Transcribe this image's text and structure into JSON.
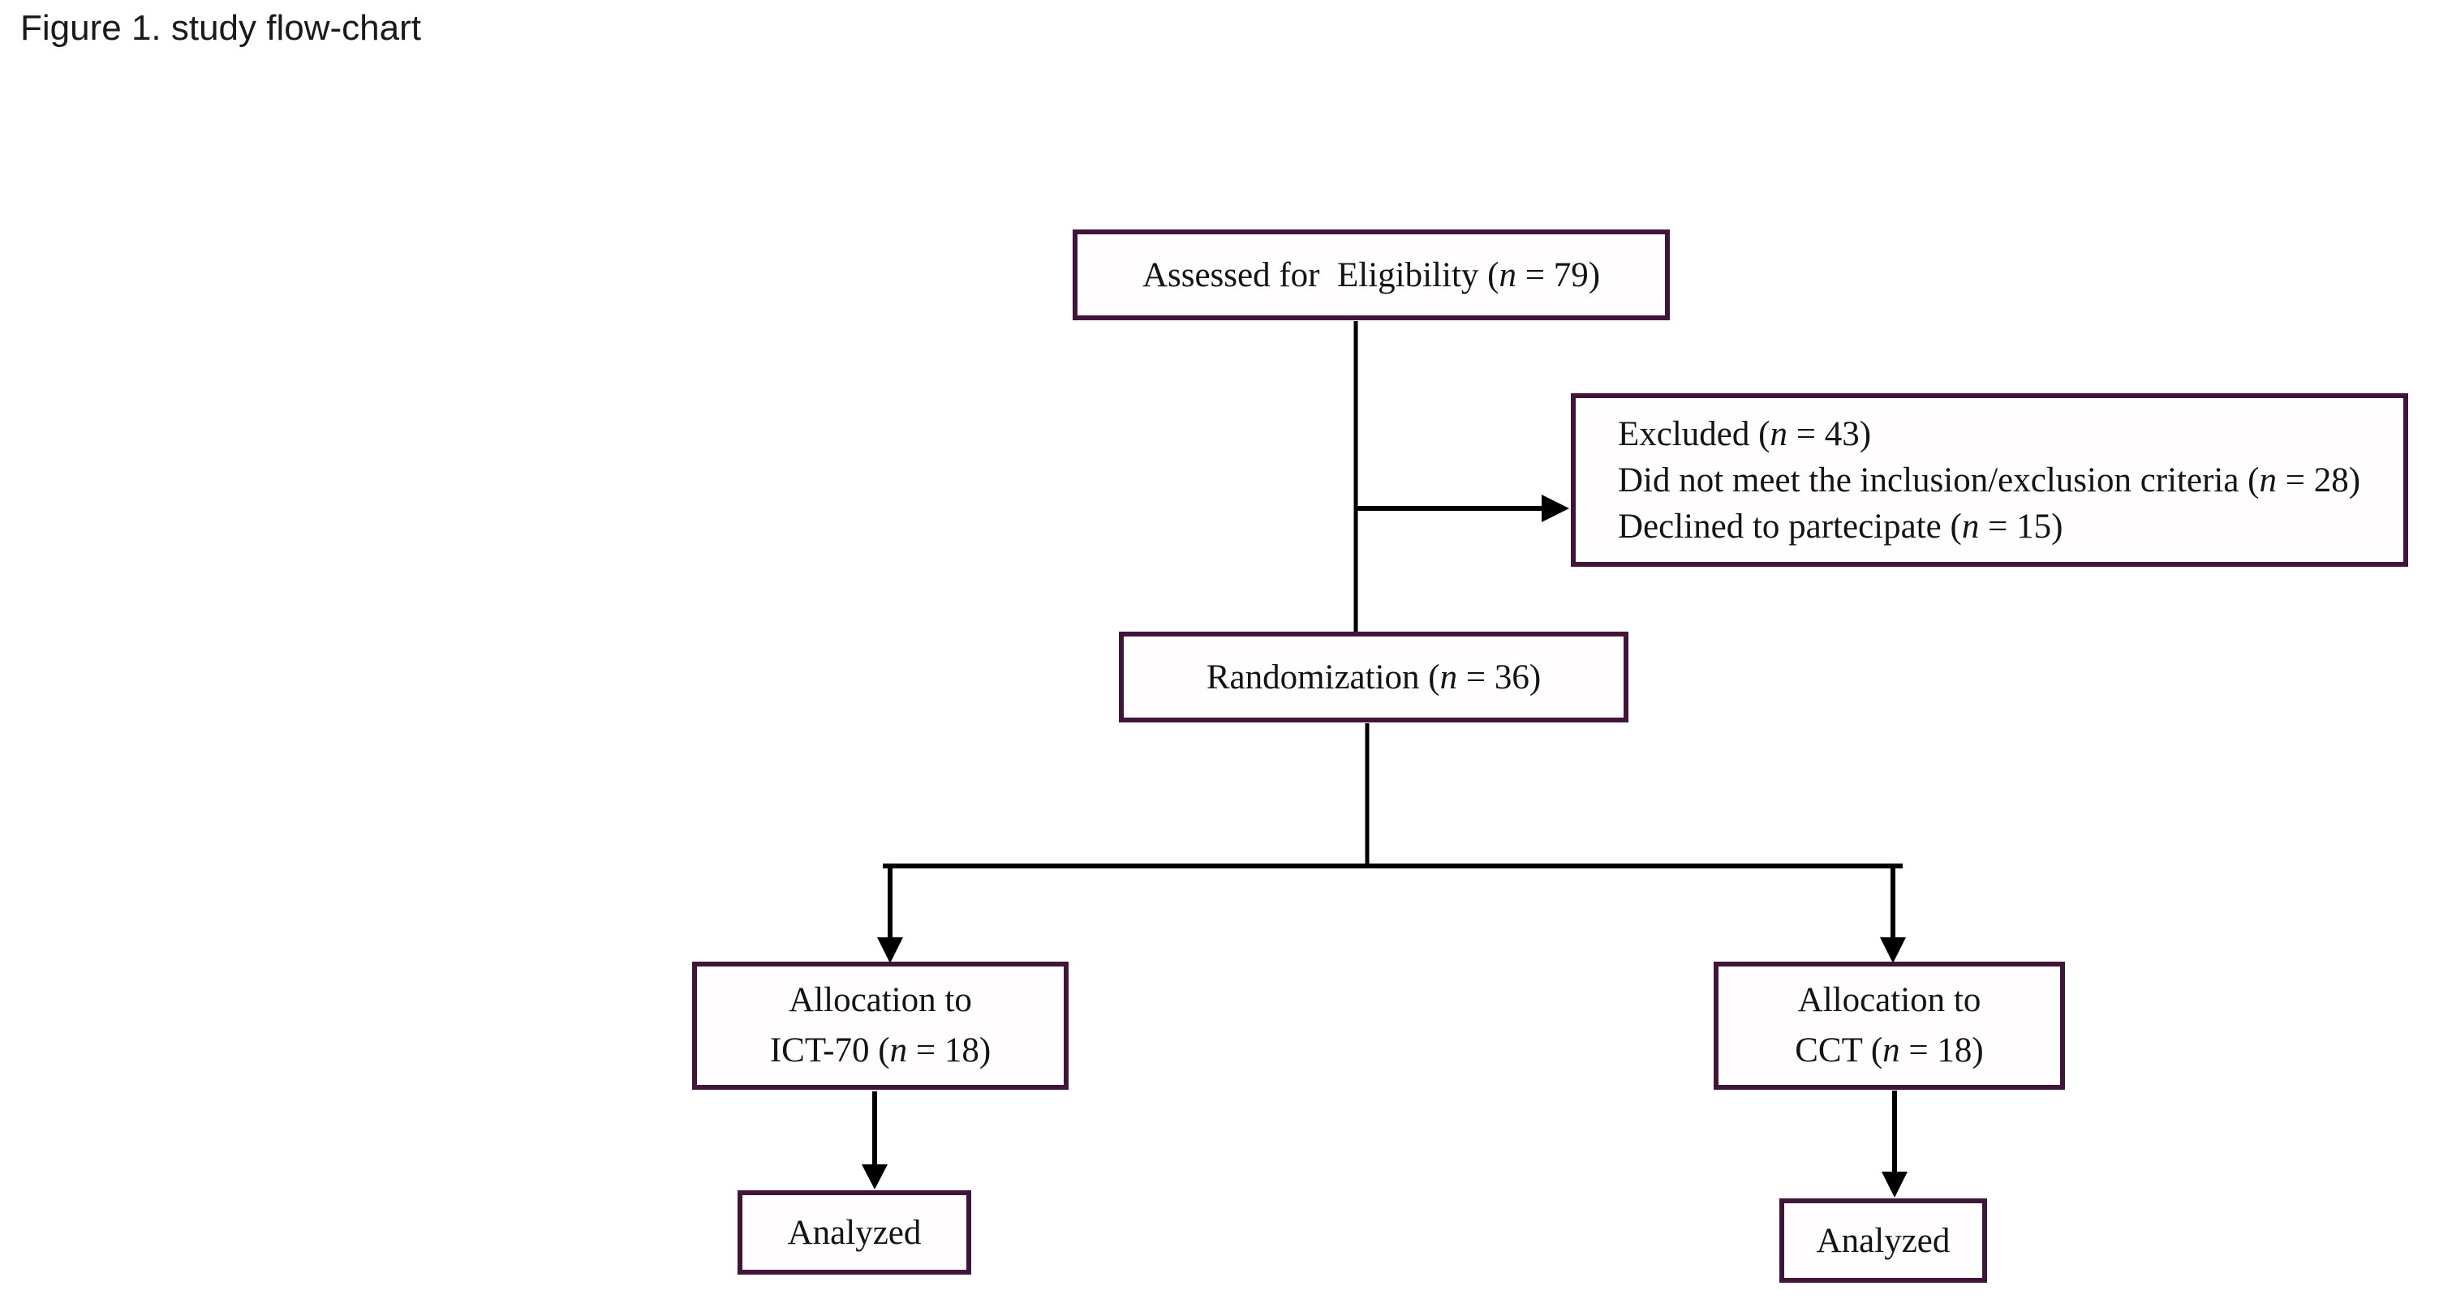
{
  "caption": "Figure 1. study flow-chart",
  "colors": {
    "box_border": "#411539",
    "box_fill": "#fffdfe",
    "connector": "#000000",
    "text": "#141414",
    "background": "#ffffff",
    "caption_text": "#1a1a1a"
  },
  "nodes": {
    "assessed": {
      "lines": [
        [
          {
            "t": "Assessed for  Eligibility ("
          },
          {
            "t": "n",
            "i": 1
          },
          {
            "t": " = 79)"
          }
        ]
      ]
    },
    "excluded": {
      "lines": [
        [
          {
            "t": "Excluded ("
          },
          {
            "t": "n",
            "i": 1
          },
          {
            "t": " = 43)"
          }
        ],
        [
          {
            "t": "Did not meet the inclusion/exclusion criteria ("
          },
          {
            "t": "n",
            "i": 1
          },
          {
            "t": " = 28)"
          }
        ],
        [
          {
            "t": "Declined to partecipate ("
          },
          {
            "t": "n",
            "i": 1
          },
          {
            "t": " = 15)"
          }
        ]
      ]
    },
    "randomization": {
      "lines": [
        [
          {
            "t": "Randomization ("
          },
          {
            "t": "n",
            "i": 1
          },
          {
            "t": " = 36)"
          }
        ]
      ]
    },
    "allocation_ict70": {
      "lines": [
        [
          {
            "t": "Allocation to"
          }
        ],
        [
          {
            "t": "ICT-70 ("
          },
          {
            "t": "n",
            "i": 1
          },
          {
            "t": " = 18)"
          }
        ]
      ]
    },
    "allocation_cct": {
      "lines": [
        [
          {
            "t": "Allocation to"
          }
        ],
        [
          {
            "t": "CCT ("
          },
          {
            "t": "n",
            "i": 1
          },
          {
            "t": " = 18)"
          }
        ]
      ]
    },
    "analyzed_ict70": {
      "lines": [
        [
          {
            "t": "Analyzed"
          }
        ]
      ]
    },
    "analyzed_cct": {
      "lines": [
        [
          {
            "t": "Analyzed"
          }
        ]
      ]
    }
  }
}
